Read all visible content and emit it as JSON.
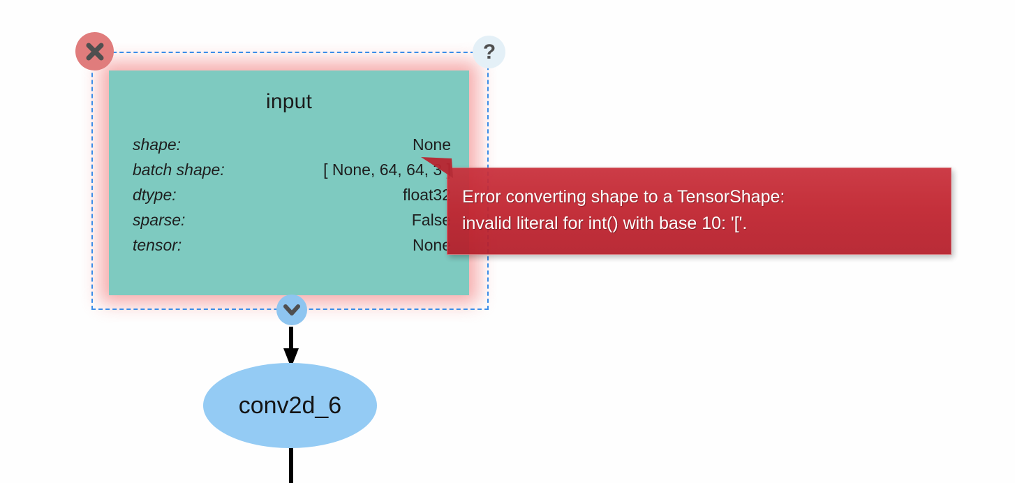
{
  "canvas": {
    "background_color": "#fefefe"
  },
  "selected_node": {
    "title": "input",
    "fill_color": "#7ecac0",
    "selection_border_color": "#3b8ce8",
    "error_glow_color": "#f6a9a9",
    "fields": [
      {
        "label": "shape:",
        "value": "None"
      },
      {
        "label": "batch shape:",
        "value": "[ None, 64, 64, 3 ]"
      },
      {
        "label": "dtype:",
        "value": "float32"
      },
      {
        "label": "sparse:",
        "value": "False"
      },
      {
        "label": "tensor:",
        "value": "None"
      }
    ],
    "handles": {
      "close": {
        "icon": "close-x-icon",
        "color": "#e07c7c"
      },
      "help": {
        "icon": "question-mark-icon",
        "color": "#e4f0f7",
        "glyph": "?"
      },
      "collapse": {
        "icon": "chevron-down-icon",
        "color": "#8ec5f0"
      }
    }
  },
  "error_tooltip": {
    "lines": [
      "Error converting shape to a TensorShape:",
      "invalid literal for int() with base 10: '['."
    ],
    "background_color": "#c1242f",
    "text_color": "#ffffff"
  },
  "downstream_node": {
    "label": "conv2d_6",
    "fill_color": "#94cbf4",
    "shape": "ellipse"
  },
  "edges": {
    "stroke_color": "#000000"
  }
}
